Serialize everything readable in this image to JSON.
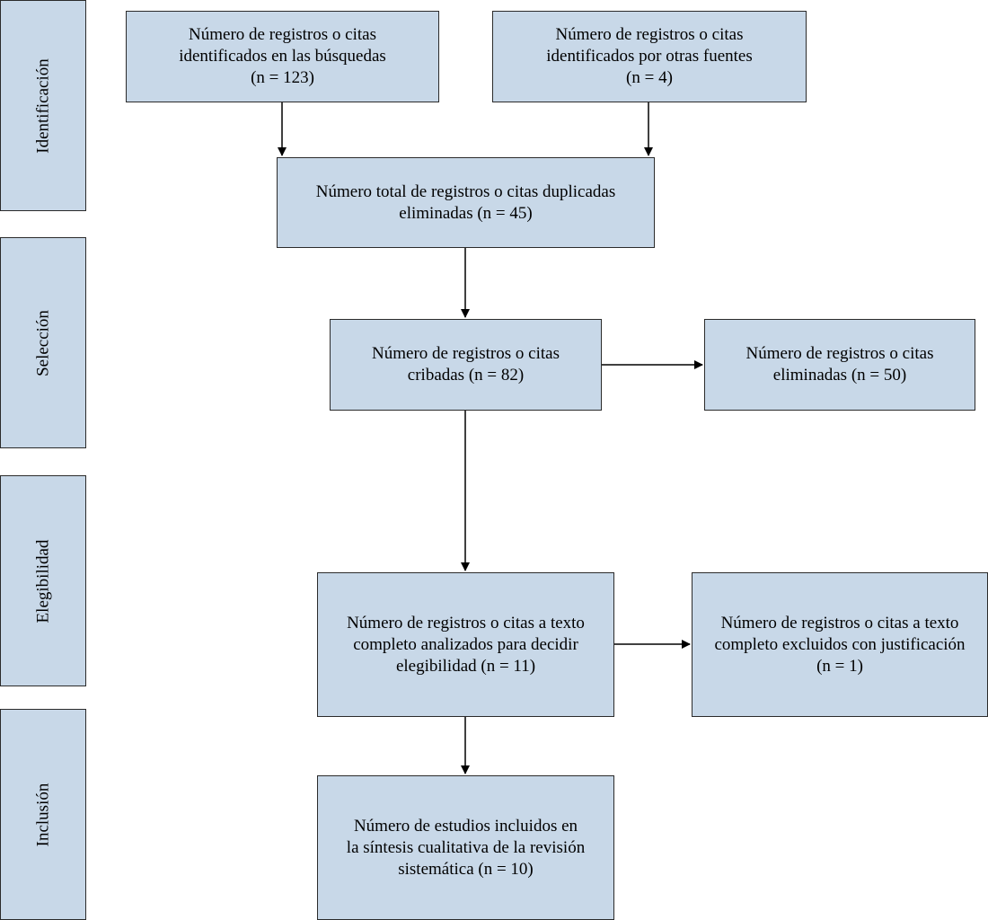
{
  "phases": [
    {
      "id": "identificacion",
      "label": "Identificación"
    },
    {
      "id": "seleccion",
      "label": "Selección"
    },
    {
      "id": "elegibilidad",
      "label": "Elegibilidad"
    },
    {
      "id": "inclusion",
      "label": "Inclusión"
    }
  ],
  "boxes": {
    "identified_searches": {
      "lines": [
        "Número de registros o citas",
        "identificados en las búsquedas",
        "(n = 123)"
      ]
    },
    "identified_other": {
      "lines": [
        "Número de registros o citas",
        "identificados por otras fuentes",
        "(n = 4)"
      ]
    },
    "duplicates_removed": {
      "lines": [
        "Número total de registros o citas duplicadas",
        "eliminadas (n = 45)"
      ]
    },
    "screened": {
      "lines": [
        "Número de registros o citas",
        "cribadas (n = 82)"
      ]
    },
    "excluded_screening": {
      "lines": [
        "Número de registros o citas",
        "eliminadas (n = 50)"
      ]
    },
    "fulltext_assessed": {
      "lines": [
        "Número de registros o citas a texto",
        "completo analizados para decidir",
        "elegibilidad (n = 11)"
      ]
    },
    "fulltext_excluded": {
      "lines": [
        "Número de registros o citas a texto",
        "completo excluidos con justificación",
        "(n = 1)"
      ]
    },
    "included": {
      "lines": [
        "Número de estudios incluidos en",
        "la síntesis cualitativa de la revisión",
        "sistemática (n = 10)"
      ]
    }
  },
  "colors": {
    "box_fill": "#c8d8e8",
    "border": "#2b2b2b",
    "arrow": "#000000"
  }
}
